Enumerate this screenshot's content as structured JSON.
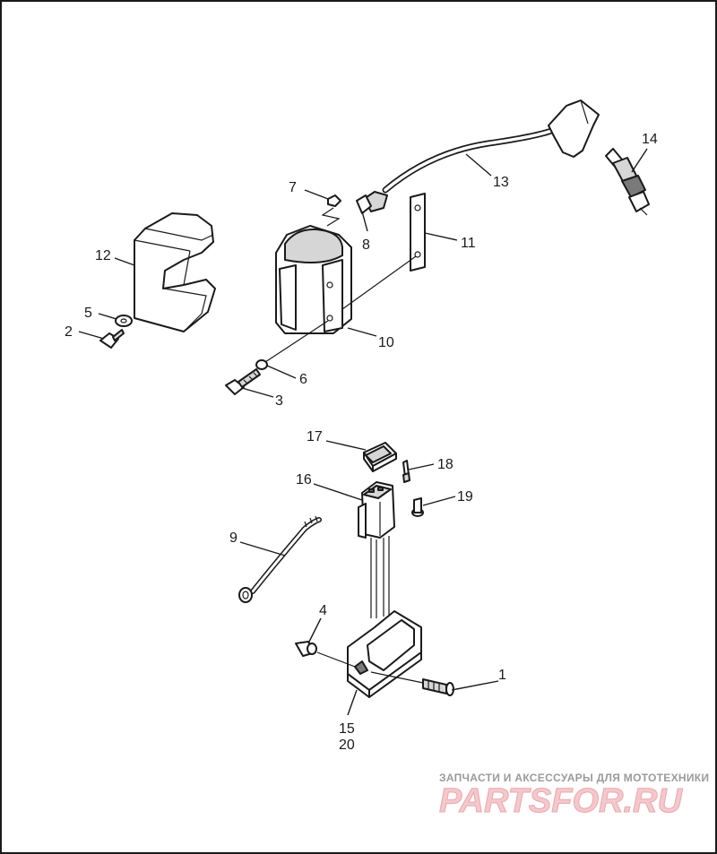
{
  "labels": {
    "p1": "1",
    "p2": "2",
    "p3": "3",
    "p4": "4",
    "p5": "5",
    "p6": "6",
    "p7": "7",
    "p8": "8",
    "p9": "9",
    "p10": "10",
    "p11": "11",
    "p12": "12",
    "p13": "13",
    "p14": "14",
    "p15": "15",
    "p16": "16",
    "p17": "17",
    "p18": "18",
    "p19": "19",
    "p20": "20"
  },
  "watermark": {
    "tagline": "ЗАПЧАСТИ И АКСЕССУАРЫ ДЛЯ МОТОТЕХНИКИ",
    "logo": "PARTSFOR.RU"
  },
  "colors": {
    "line": "#1a1a1a",
    "background": "#ffffff",
    "watermark_logo": "#f4c8cc"
  }
}
